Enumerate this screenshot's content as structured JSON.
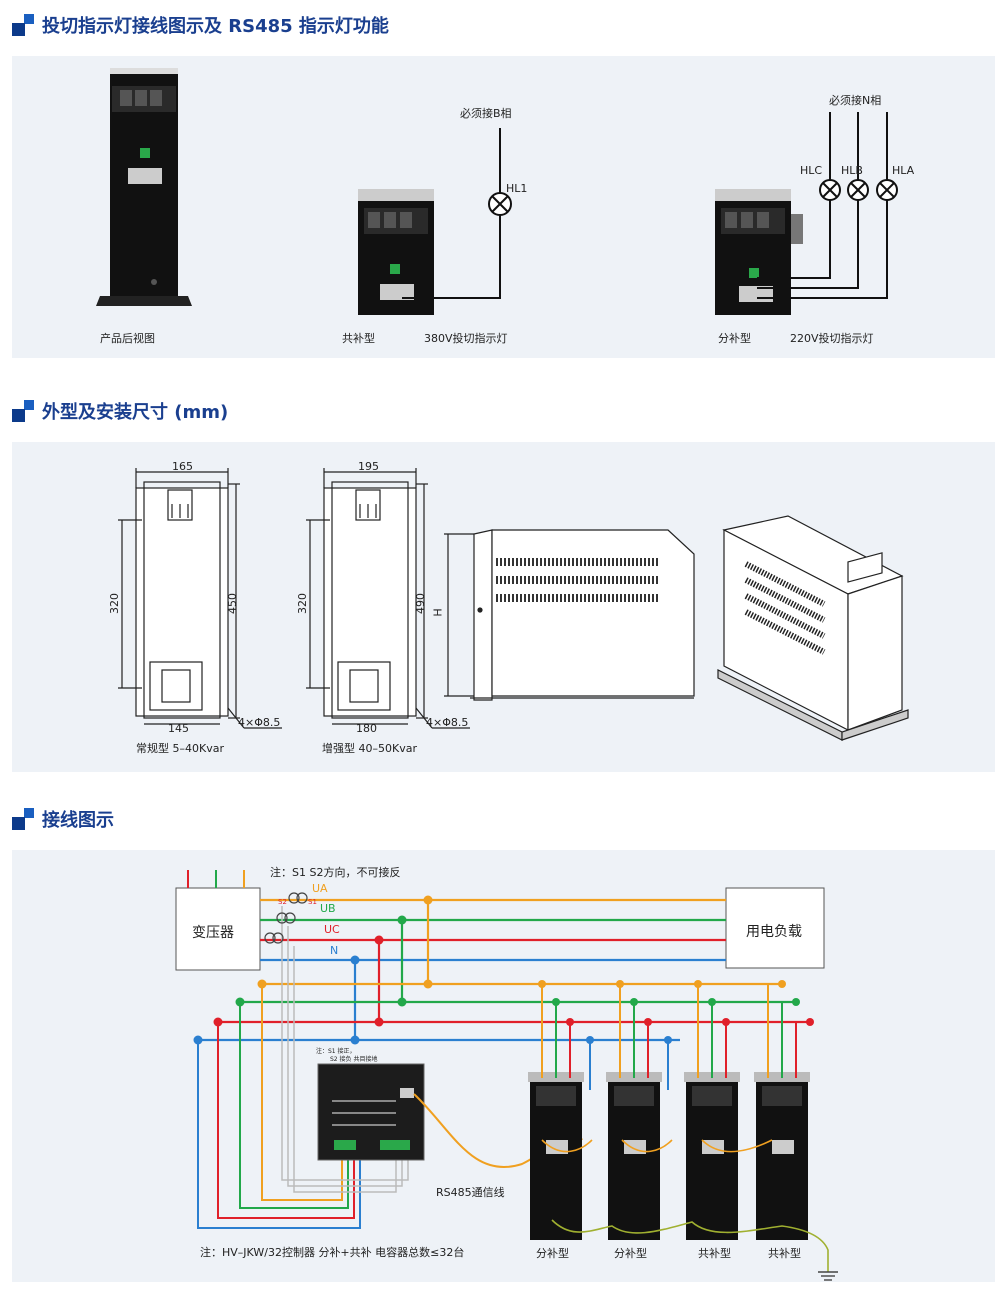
{
  "section1": {
    "title": "投切指示灯接线图示及 RS485 指示灯功能",
    "rear_view_label": "产品后视图",
    "common_type_label": "共补型",
    "lamp_380_label": "380V投切指示灯",
    "must_b_label": "必须接B相",
    "hl1_label": "HL1",
    "split_type_label": "分补型",
    "lamp_220_label": "220V投切指示灯",
    "must_n_label": "必须接N相",
    "hlc_label": "HLC",
    "hlb_label": "HLB",
    "hla_label": "HLA"
  },
  "section2": {
    "title": "外型及安装尺寸 (mm)",
    "std": {
      "width_top": "165",
      "width_bottom": "145",
      "height_inner": "320",
      "height_outer": "450",
      "holes": "4×Φ8.5",
      "caption": "常规型 5–40Kvar"
    },
    "enh": {
      "width_top": "195",
      "width_bottom": "180",
      "height_inner": "320",
      "height_outer": "490",
      "holes": "4×Φ8.5",
      "caption": "增强型 40–50Kvar"
    },
    "side_height": "H"
  },
  "section3": {
    "title": "接线图示",
    "note_top": "注：S1 S2方向，不可接反",
    "transformer_label": "变压器",
    "load_label": "用电负载",
    "phase_ua": "UA",
    "phase_ub": "UB",
    "phase_uc": "UC",
    "phase_n": "N",
    "s1": "S1",
    "s2": "S2",
    "ctrl_note_1": "注：S1 接正，",
    "ctrl_note_2": "S2 接负 共目接地",
    "rs485_label": "RS485通信线",
    "bottom_note": "注：HV–JKW/32控制器 分补+共补 电容器总数≤32台",
    "units": [
      "分补型",
      "分补型",
      "共补型",
      "共补型"
    ]
  },
  "colors": {
    "title_blue": "#1a3f8f",
    "panel_bg": "#eef2f7",
    "phase_a": "#f0a020",
    "phase_b": "#22a84a",
    "phase_c": "#e0202a",
    "neutral": "#2a7fd0"
  }
}
